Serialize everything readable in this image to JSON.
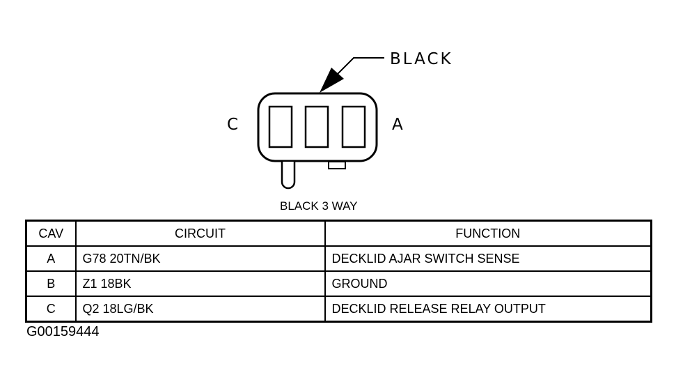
{
  "diagram": {
    "callout_label": "BLACK",
    "cavity_left_label": "C",
    "cavity_right_label": "A",
    "connector_title": "BLACK 3 WAY"
  },
  "table": {
    "headers": {
      "cav": "CAV",
      "circuit": "CIRCUIT",
      "function": "FUNCTION"
    },
    "rows": [
      {
        "cav": "A",
        "circuit": "G78 20TN/BK",
        "function": "DECKLID AJAR SWITCH SENSE"
      },
      {
        "cav": "B",
        "circuit": "Z1 18BK",
        "function": "GROUND"
      },
      {
        "cav": "C",
        "circuit": "Q2 18LG/BK",
        "function": "DECKLID RELEASE RELAY OUTPUT"
      }
    ]
  },
  "figure_id": "G00159444"
}
